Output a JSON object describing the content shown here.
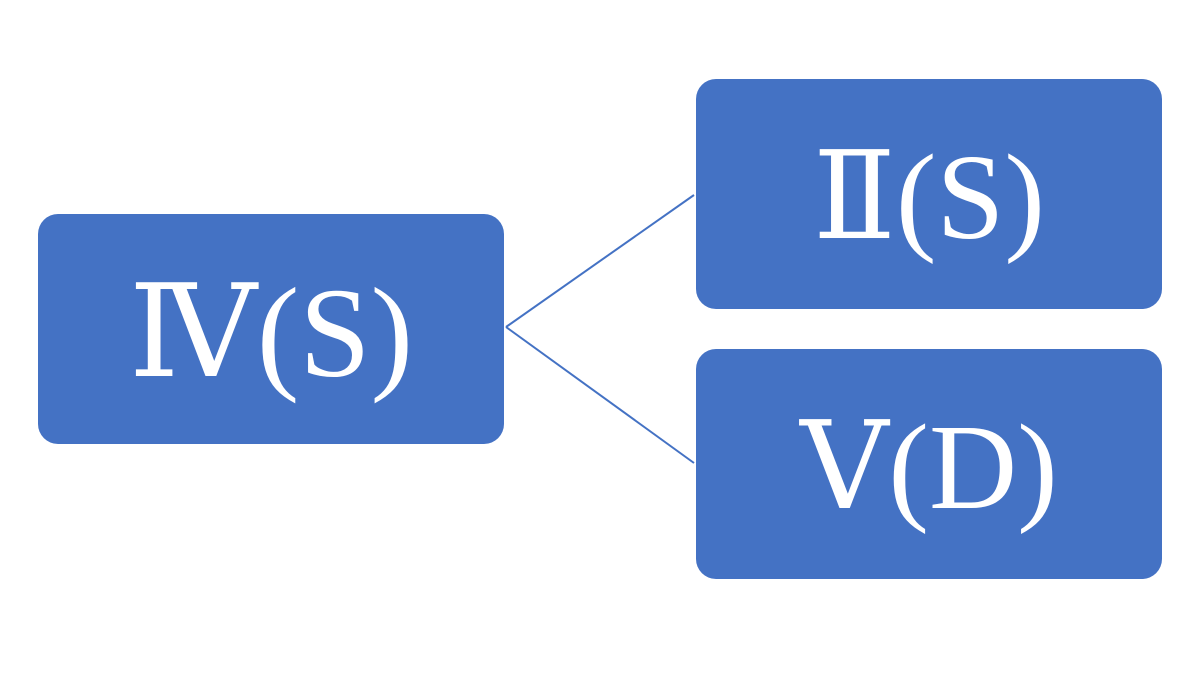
{
  "diagram": {
    "type": "tree",
    "node_color": "#4472C4",
    "connector_color": "#4472C4",
    "text_color": "#FFFFFF",
    "background": "#FFFFFF",
    "root": {
      "label": "Ⅳ(S)"
    },
    "children": [
      {
        "label": "Ⅱ(S)"
      },
      {
        "label": "Ⅴ(D)"
      }
    ]
  }
}
